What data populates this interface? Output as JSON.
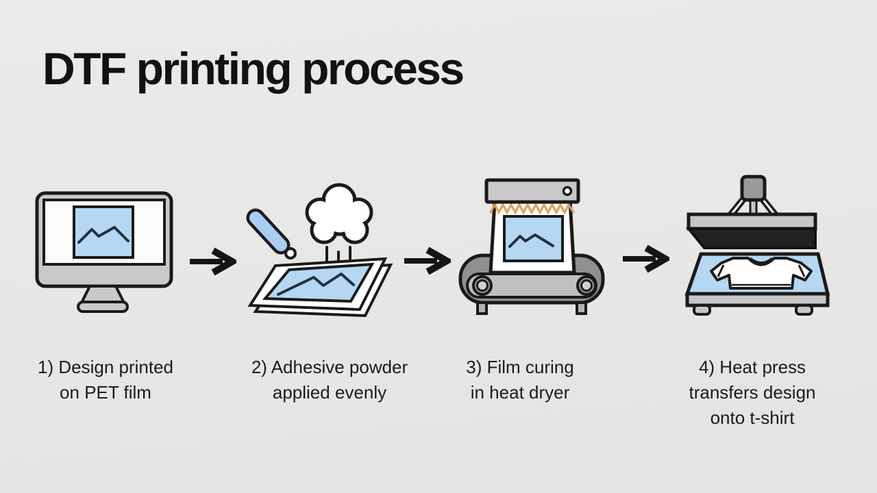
{
  "title": "DTF printing process",
  "colors": {
    "background": "#e7e7e5",
    "outline": "#1a1a1a",
    "panel_gray": "#c9c9c9",
    "conveyor_gray": "#909090",
    "accent_blue": "#b5d7f2",
    "heat_orange": "#d9a35a",
    "text": "#1b1b1b"
  },
  "steps": [
    {
      "icon": "monitor-with-design-icon",
      "lines": [
        "1) Design printed",
        "on PET film"
      ]
    },
    {
      "icon": "powder-shaker-over-film-icon",
      "lines": [
        "2) Adhesive powder",
        "applied evenly"
      ]
    },
    {
      "icon": "conveyor-heat-dryer-icon",
      "lines": [
        "3) Film curing",
        "in heat dryer"
      ]
    },
    {
      "icon": "heat-press-tshirt-icon",
      "lines": [
        "4) Heat press",
        "transfers design",
        "onto t-shirt"
      ]
    }
  ],
  "arrows": [
    {
      "icon": "arrow-right-icon"
    },
    {
      "icon": "arrow-right-icon"
    },
    {
      "icon": "arrow-right-icon"
    }
  ]
}
